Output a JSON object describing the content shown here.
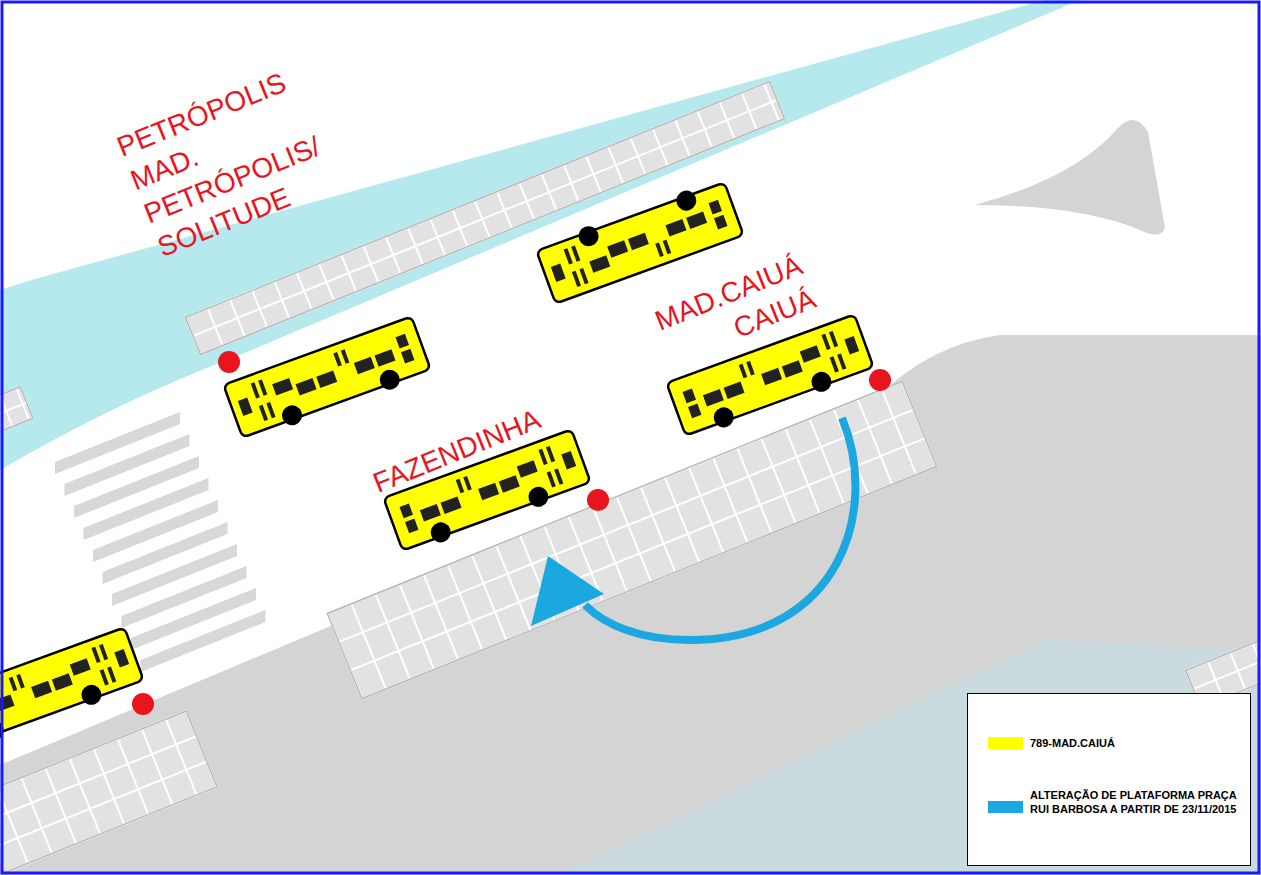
{
  "diagram": {
    "labels": [
      "PETRÓPOLIS",
      "MAD. PETRÓPOLIS/ SOLITUDE",
      "MAD.CAIUÁ",
      "CAIUÁ",
      "FAZENDINHA"
    ],
    "legend": [
      {
        "text": "789-MAD.CAIUÁ",
        "color": "#ffff00"
      },
      {
        "text": "ALTERAÇÃO DE PLATAFORMA PRAÇA RUI BARBOSA A PARTIR DE 23/11/2015",
        "color": "#1ba8e0"
      }
    ]
  }
}
